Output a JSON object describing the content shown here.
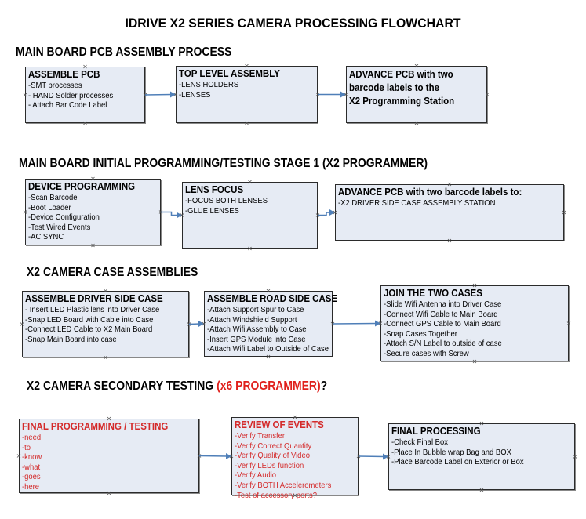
{
  "title": "IDRIVE X2  SERIES CAMERA PROCESSING FLOWCHART",
  "colors": {
    "box_fill": "#e6ebf4",
    "arrow": "#4f7fb8",
    "red_text": "#d42a2a"
  },
  "sections": [
    {
      "heading": "MAIN BOARD PCB ASSEMBLY PROCESS",
      "heading_red": "",
      "boxes": [
        {
          "title": "ASSEMBLE PCB",
          "lines": [
            " -SMT processes",
            "- HAND Solder processes",
            "- Attach Bar Code Label"
          ]
        },
        {
          "title": "TOP LEVEL ASSEMBLY",
          "lines": [
            "-LENS HOLDERS",
            "-LENSES"
          ]
        },
        {
          "title": "ADVANCE PCB with two barcode labels to the",
          "lines": [],
          "title_extra": " X2 Programming Station"
        }
      ]
    },
    {
      "heading": "MAIN BOARD INITIAL PROGRAMMING/TESTING STAGE 1 (X2 PROGRAMMER)",
      "heading_red": "",
      "boxes": [
        {
          "title": "DEVICE PROGRAMMING",
          "lines": [
            "-Scan Barcode",
            "-Boot Loader",
            "-Device Configuration",
            "-Test Wired Events",
            "-AC SYNC"
          ]
        },
        {
          "title": "LENS FOCUS",
          "lines": [
            "-FOCUS BOTH LENSES",
            "-GLUE LENSES"
          ]
        },
        {
          "title": "ADVANCE PCB with two barcode labels to:",
          "lines": [
            "-X2 DRIVER  SIDE  CASE  ASSEMBLY STATION"
          ]
        }
      ]
    },
    {
      "heading": "X2 CAMERA CASE ASSEMBLIES",
      "heading_red": "",
      "boxes": [
        {
          "title": "ASSEMBLE DRIVER SIDE CASE",
          "lines": [
            "- Insert LED Plastic lens into Driver Case",
            "-Snap LED Board with Cable into Case",
            "-Connect LED Cable to X2 Main Board",
            "-Snap Main Board into case"
          ]
        },
        {
          "title": "ASSEMBLE ROAD SIDE CASE",
          "lines": [
            "-Attach Support Spur to Case",
            "-Attach Windshield Support",
            "-Attach Wifi Assembly to Case",
            "-Insert GPS Module into Case",
            "-Attach Wifi Label to Outside of Case"
          ]
        },
        {
          "title": "JOIN THE TWO CASES",
          "lines": [
            "-Slide Wifi Antenna into Driver Case",
            "-Connect Wifi Cable to Main Board",
            "-Connect GPS Cable to Main Board",
            "-Snap Cases Together",
            "-Attach S/N Label to outside of case",
            "-Secure cases with Screw"
          ]
        }
      ]
    },
    {
      "heading": "X2 CAMERA SECONDARY TESTING  ",
      "heading_red": "(x6 PROGRAMMER)",
      "heading_tail": "?",
      "boxes": [
        {
          "title": "FINAL PROGRAMMING / TESTING",
          "lines": [
            "-need",
            "-to",
            "-know",
            "-what",
            "-goes",
            "-here"
          ],
          "red": true
        },
        {
          "title": "REVIEW OF EVENTS",
          "lines": [
            "-Verify Transfer",
            "-Verify Correct Quantity",
            "-Verify Quality of Video",
            "-Verify LEDs function",
            "-Verify Audio",
            "-Verify BOTH Accelerometers",
            "-Test of accessory ports?"
          ],
          "red": true
        },
        {
          "title": "FINAL PROCESSING",
          "lines": [
            " -Check Final Box",
            "-Place In Bubble wrap Bag and BOX",
            "-Place Barcode Label on Exterior or Box"
          ]
        }
      ]
    }
  ]
}
